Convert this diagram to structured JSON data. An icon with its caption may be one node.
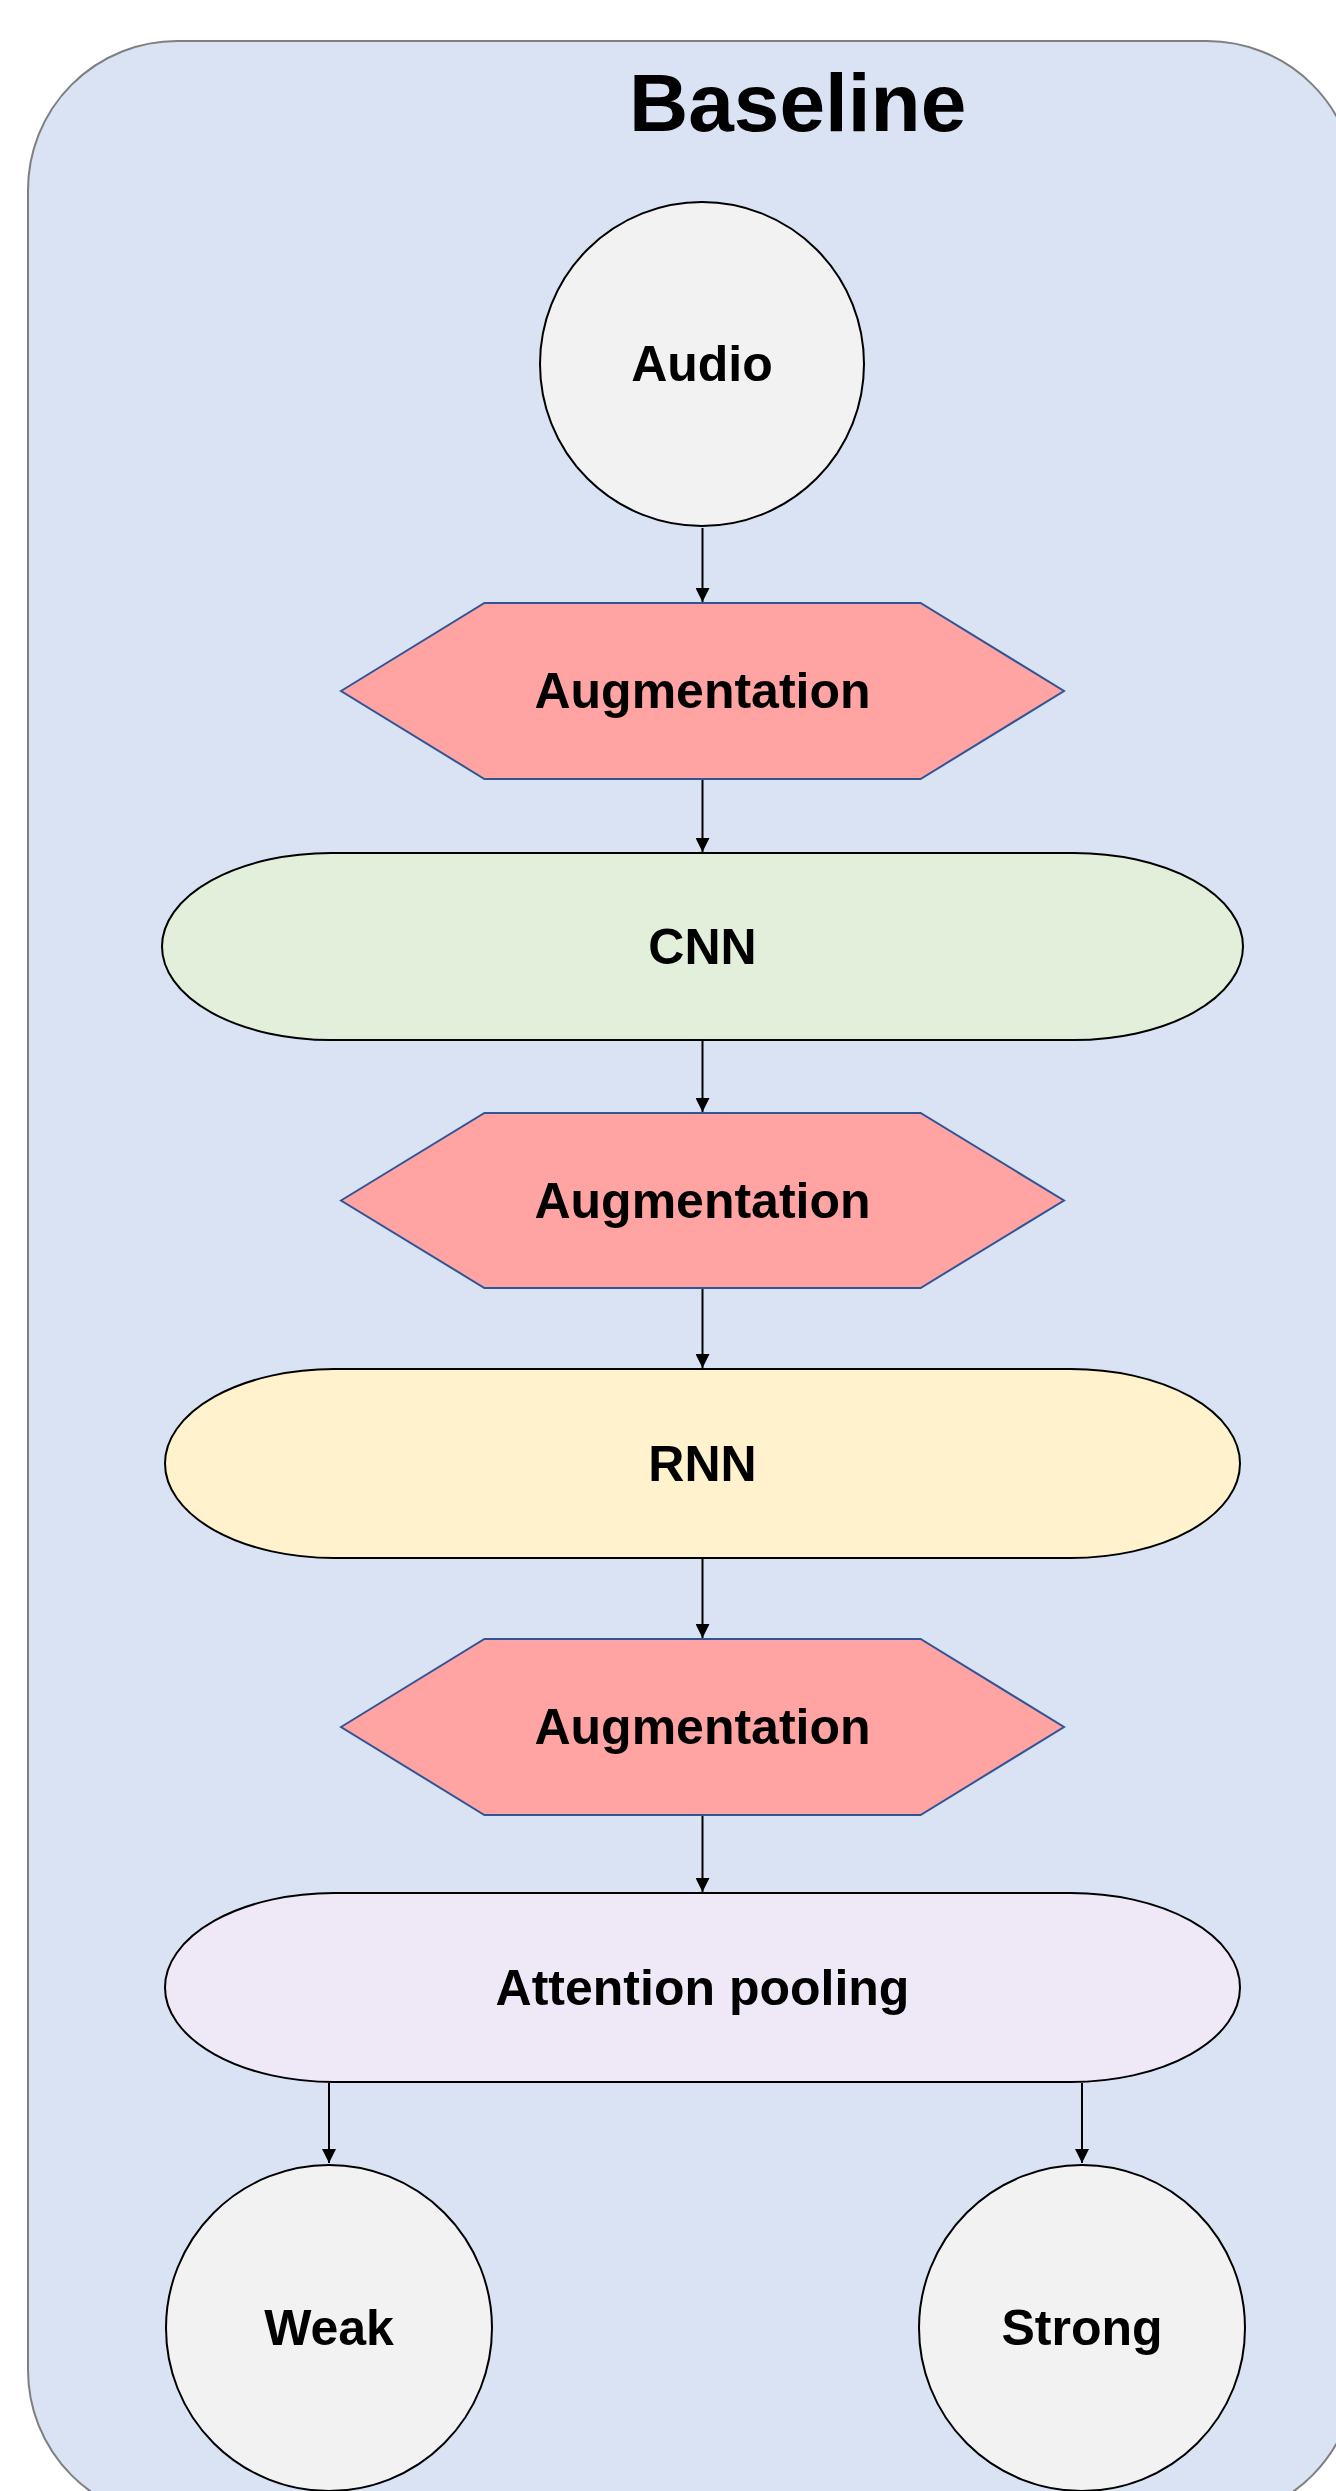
{
  "diagram": {
    "nodes": [
      {
        "text": [
          "Baseline"
        ]
      },
      {
        "text": [
          "Audio"
        ],
        "in": 0
      },
      {
        "text": [
          "Augmentation"
        ],
        "in": 0
      },
      {
        "text": [
          "CNN"
        ],
        "in": 0
      },
      {
        "text": [
          "Augmentation"
        ],
        "in": 0
      },
      {
        "text": [
          "RNN"
        ],
        "in": 0
      },
      {
        "text": [
          "Augmentation"
        ],
        "in": 0
      },
      {
        "text": [
          "Attention pooling"
        ],
        "in": 0
      },
      {
        "text": [
          "Weak"
        ],
        "in": 0
      },
      {
        "text": [
          "Strong"
        ],
        "in": 0
      }
    ],
    "edges": [
      {
        "from": 1,
        "to": 2,
        "arrow": "to"
      },
      {
        "from": 2,
        "to": 3,
        "arrow": "to"
      },
      {
        "from": 3,
        "to": 4,
        "arrow": "to"
      },
      {
        "from": 4,
        "to": 5,
        "arrow": "to"
      },
      {
        "from": 5,
        "to": 6,
        "arrow": "to"
      },
      {
        "from": 6,
        "to": 7,
        "arrow": "to"
      },
      {
        "from": 7,
        "to": 8,
        "arrow": "to"
      },
      {
        "from": 7,
        "to": 9,
        "arrow": "to"
      }
    ]
  }
}
